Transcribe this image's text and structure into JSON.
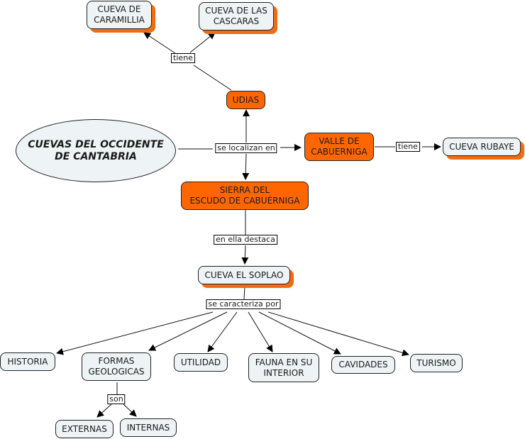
{
  "title": "CUEVAS DEL OCCIDENTE DE CANTABRIA",
  "colors": {
    "main_node": "#ff6600",
    "leaf_node": "#eef3f5",
    "shadow": "#f26b12"
  },
  "nodes": {
    "root": "CUEVAS DEL OCCIDENTE\nDE CANTABRIA",
    "udias": "UDIAS",
    "caramillia": "CUEVA DE\nCARAMILLIA",
    "cascaras": "CUEVA DE LAS\nCASCARAS",
    "valle": "VALLE DE\nCABUERNIGA",
    "rubaye": "CUEVA RUBAYE",
    "sierra": "SIERRA DEL\nESCUDO DE CABUÉRNIGA",
    "soplao": "CUEVA EL SOPLAO",
    "historia": "HISTORIA",
    "formas": "FORMAS\nGEOLOGICAS",
    "utilidad": "UTILIDAD",
    "fauna": "FAUNA EN SU\nINTERIOR",
    "cavidades": "CAVIDADES",
    "turismo": "TURISMO",
    "externas": "EXTERNAS",
    "internas": "INTERNAS"
  },
  "links": {
    "tiene_udias": "tiene",
    "se_localizan": "se localizan en",
    "tiene_valle": "tiene",
    "en_ella": "en ella destaca",
    "se_caracteriza": "se caracteriza por",
    "son": "son"
  }
}
